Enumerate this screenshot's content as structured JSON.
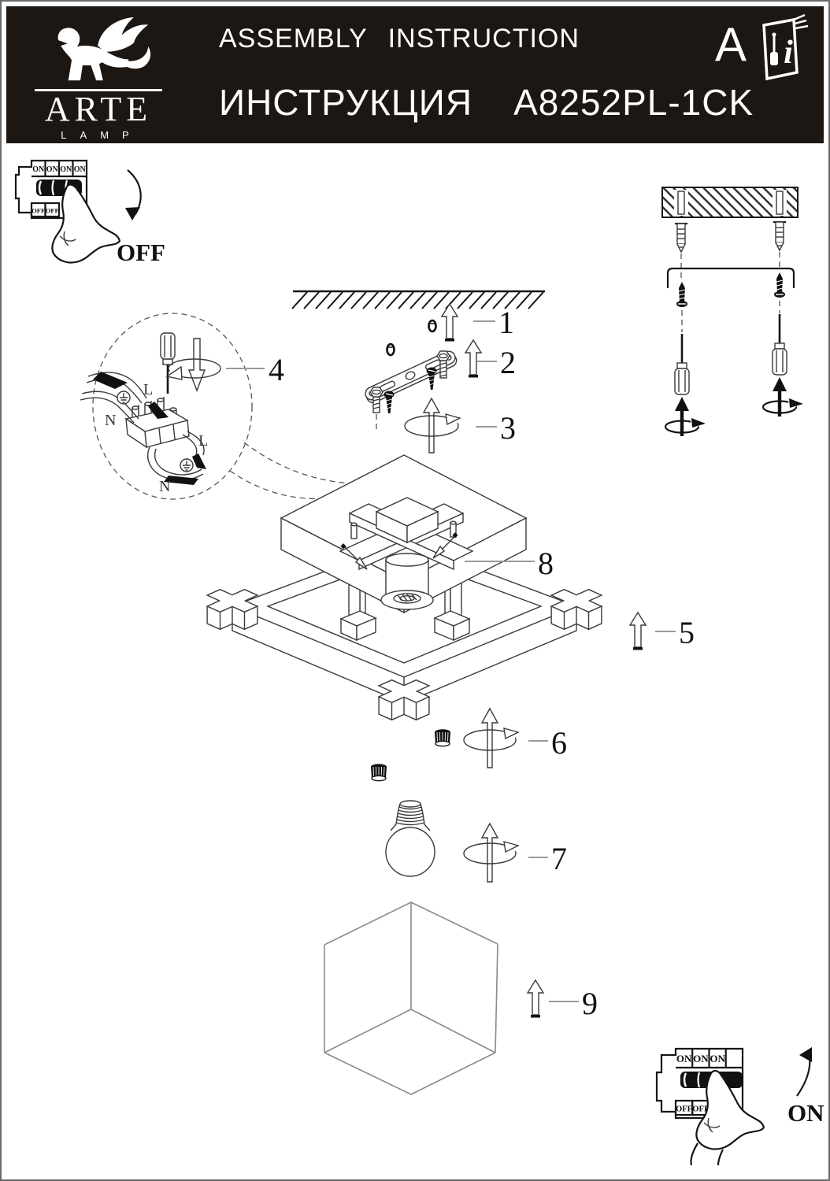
{
  "header": {
    "brand_name": "ARTE",
    "brand_sub": "LAMP",
    "title_en": "ASSEMBLY INSTRUCTION",
    "title_ru": "ИНСТРУКЦИЯ",
    "model": "A8252PL-1CK",
    "page_letter": "A",
    "manual_letter": "i",
    "icons": [
      "winged-lion-logo",
      "booklet-info-icon",
      "screwdriver-icon"
    ]
  },
  "off_panel": {
    "on_labels": [
      "ON",
      "ON",
      "ON",
      "ON"
    ],
    "off_labels": [
      "OFF",
      "OFF"
    ],
    "caption": "OFF"
  },
  "on_panel": {
    "on_labels": [
      "ON",
      "ON",
      "ON"
    ],
    "off_labels": [
      "OFF",
      "OFF"
    ],
    "caption": "ON"
  },
  "detail": {
    "wires": {
      "top_live": "L",
      "top_neutral": "N",
      "bottom_live": "L",
      "bottom_neutral": "N"
    }
  },
  "steps": [
    "1",
    "2",
    "3",
    "4",
    "5",
    "6",
    "7",
    "8",
    "9"
  ]
}
